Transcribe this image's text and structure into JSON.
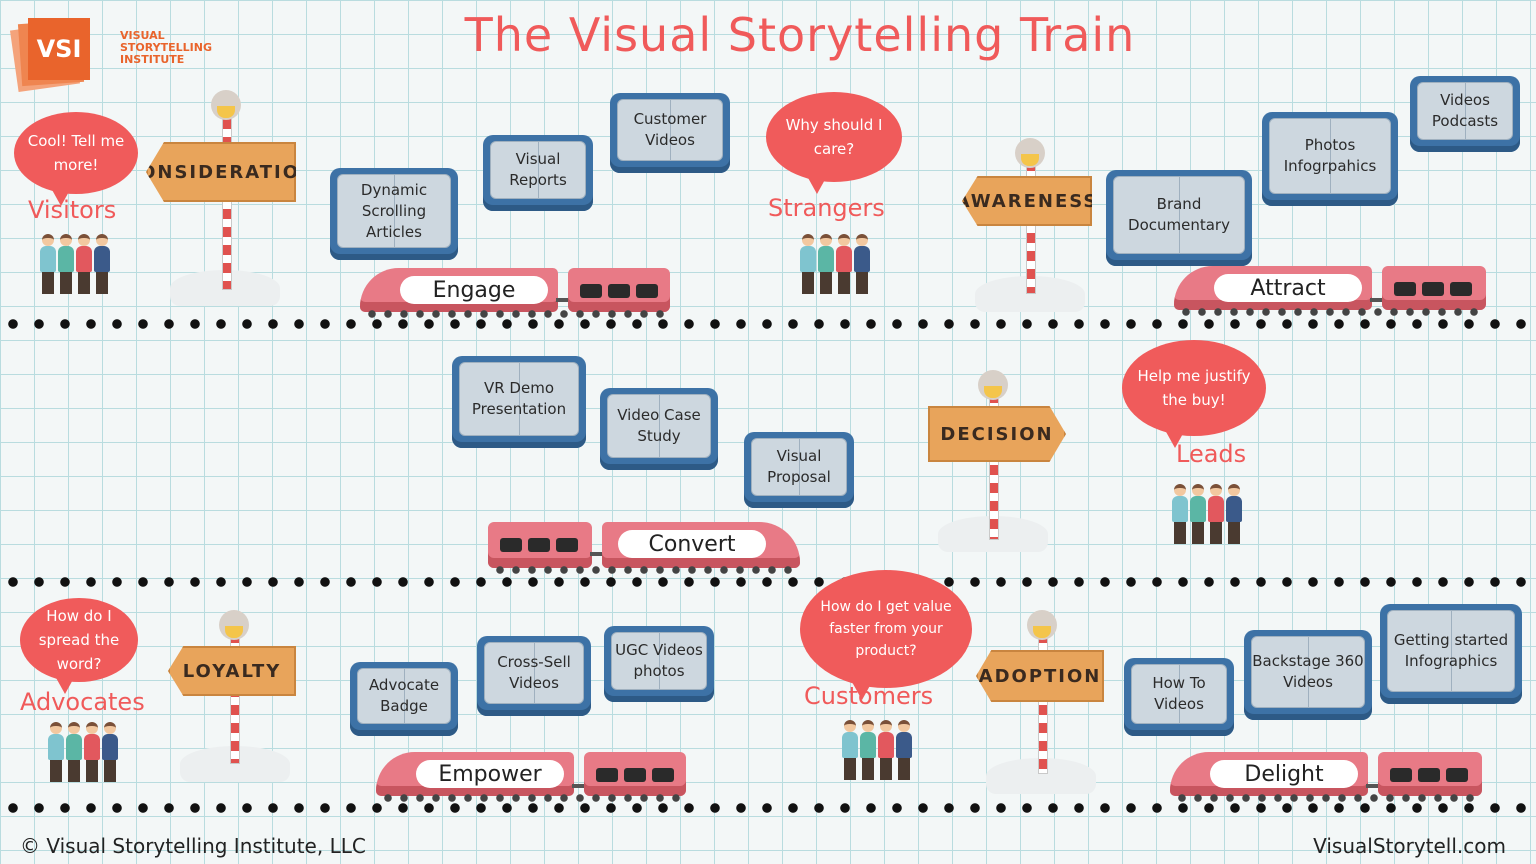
{
  "header": {
    "logo_mark": "VSI",
    "logo_text_1": "VISUAL",
    "logo_text_2": "STORYTELLING",
    "logo_text_3": "INSTITUTE",
    "title": "The Visual Storytelling Train"
  },
  "row1": {
    "left": {
      "bubble": "Cool! Tell me more!",
      "persona": "Visitors",
      "sign": "CONSIDERATION",
      "books": [
        "Dynamic Scrolling Articles",
        "Visual Reports",
        "Customer Videos"
      ],
      "train": "Engage"
    },
    "right": {
      "bubble": "Why should I care?",
      "persona": "Strangers",
      "sign": "AWARENESS",
      "books": [
        "Brand Documentary",
        "Photos Infogrpahics",
        "Videos Podcasts"
      ],
      "train": "Attract"
    }
  },
  "row2": {
    "books": [
      "VR Demo Presentation",
      "Video Case Study",
      "Visual Proposal"
    ],
    "train": "Convert",
    "sign": "DECISION",
    "bubble": "Help me justify the buy!",
    "persona": "Leads"
  },
  "row3": {
    "left": {
      "bubble": "How do I spread the word?",
      "persona": "Advocates",
      "sign": "LOYALTY",
      "books": [
        "Advocate Badge",
        "Cross-Sell Videos",
        "UGC Videos photos"
      ],
      "train": "Empower"
    },
    "right": {
      "bubble": "How do I get value faster from your product?",
      "persona": "Customers",
      "sign": "ADOPTION",
      "books": [
        "How To Videos",
        "Backstage 360 Videos",
        "Getting started Infographics"
      ],
      "train": "Delight"
    }
  },
  "footer": {
    "copyright": "© Visual Storytelling Institute, LLC",
    "site": "VisualStorytell.com"
  },
  "colors": {
    "accent_red": "#f05a5a",
    "book_blue": "#3d72a6",
    "train_pink": "#e87a86",
    "sign_wood": "#e8a45b",
    "logo_orange": "#e9642c"
  }
}
